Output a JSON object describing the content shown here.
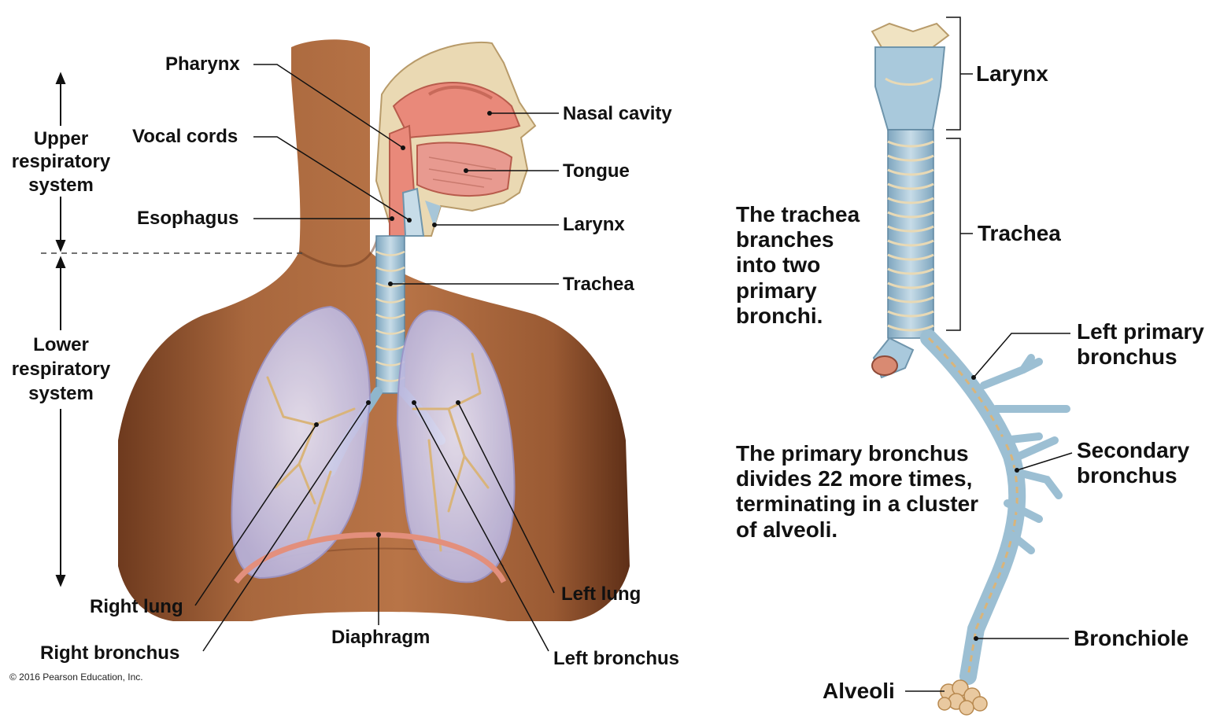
{
  "figure": {
    "body_labels": {
      "pharynx": "Pharynx",
      "vocal_cords": "Vocal cords",
      "esophagus": "Esophagus",
      "nasal_cavity": "Nasal cavity",
      "tongue": "Tongue",
      "larynx": "Larynx",
      "trachea": "Trachea",
      "right_lung": "Right lung",
      "right_bronchus": "Right bronchus",
      "diaphragm": "Diaphragm",
      "left_lung": "Left lung",
      "left_bronchus": "Left bronchus"
    },
    "region_labels": {
      "upper": [
        "Upper",
        "respiratory",
        "system"
      ],
      "lower": [
        "Lower",
        "respiratory",
        "system"
      ]
    },
    "airway_labels": {
      "larynx": "Larynx",
      "trachea": "Trachea",
      "left_primary_bronchus": [
        "Left primary",
        "bronchus"
      ],
      "secondary_bronchus": [
        "Secondary",
        "bronchus"
      ],
      "bronchiole": "Bronchiole",
      "alveoli": "Alveoli"
    },
    "notes": {
      "trachea_note": [
        "The trachea",
        "branches",
        "into two",
        "primary",
        "bronchi."
      ],
      "bronchus_note": [
        "The primary bronchus",
        "divides 22 more times,",
        "terminating in a cluster",
        "of alveoli."
      ]
    },
    "copyright": "© 2016 Pearson Education, Inc.",
    "colors": {
      "skin": "#a0603a",
      "skin_dark": "#6e3a1e",
      "lung": "#c9c6e6",
      "airway": "#8fb6cc",
      "airway_ring": "#e8d9b5",
      "bronchi_tan": "#d9b47a",
      "nasal_pink": "#e9897a",
      "diaphragm": "#e38f7c",
      "alveoli": "#e9c9a0"
    }
  }
}
